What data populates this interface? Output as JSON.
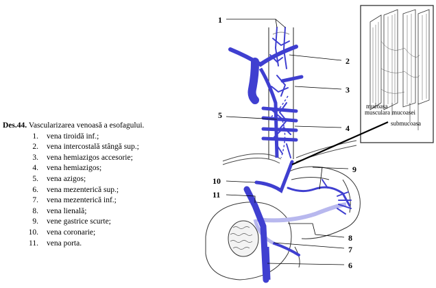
{
  "caption": {
    "prefix": "Des.44.",
    "title": "Vascularizarea venoasă a esofagului."
  },
  "legend": [
    {
      "num": "1",
      "label": "vena tiroidă inf.;"
    },
    {
      "num": "2",
      "label": "vena intercostală stângă sup.;"
    },
    {
      "num": "3",
      "label": "vena hemiazigos accesorie;"
    },
    {
      "num": "4",
      "label": "vena hemiazigos;"
    },
    {
      "num": "5",
      "label": "vena azigos;"
    },
    {
      "num": "6",
      "label": "vena mezenterică sup.;"
    },
    {
      "num": "7",
      "label": "vena mezenterică inf.;"
    },
    {
      "num": "8",
      "label": "vena lienală;"
    },
    {
      "num": "9",
      "label": "vene gastrice scurte;"
    },
    {
      "num": "10",
      "label": "vena coronarie;"
    },
    {
      "num": "11",
      "label": "vena porta."
    }
  ],
  "inset": {
    "labels": [
      "mucoasa",
      "musculara",
      "mucoasei",
      "submucoasa"
    ]
  },
  "colors": {
    "vein": "#3f3fd0",
    "vein_light": "#b8b8ee",
    "outline": "#222222"
  }
}
